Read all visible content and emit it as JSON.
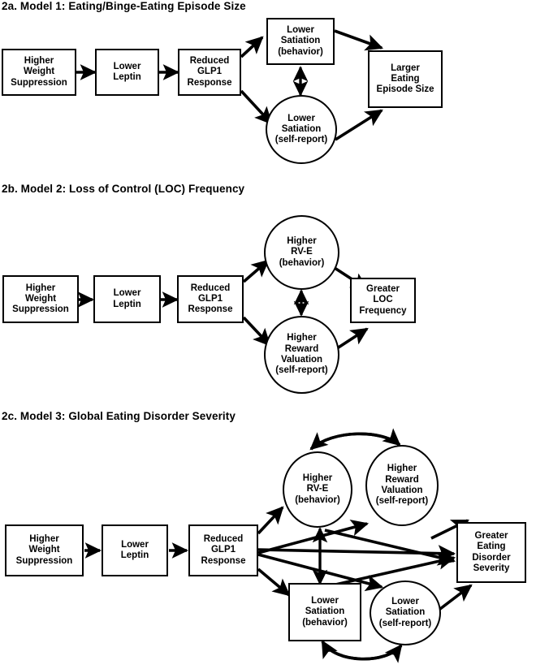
{
  "figure": {
    "panels": [
      {
        "id": "2a",
        "title": "2a. Model 1: Eating/Binge-Eating Episode Size",
        "nodes": [
          {
            "key": "wsup",
            "label": "Higher\nWeight\nSuppression",
            "shape": "rect"
          },
          {
            "key": "leptin",
            "label": "Lower\nLeptin",
            "shape": "rect"
          },
          {
            "key": "glp1",
            "label": "Reduced\nGLP1\nResponse",
            "shape": "rect"
          },
          {
            "key": "satb",
            "label": "Lower\nSatiation\n(behavior)",
            "shape": "rect"
          },
          {
            "key": "sats",
            "label": "Lower\nSatiation\n(self-report)",
            "shape": "circle"
          },
          {
            "key": "out",
            "label": "Larger\nEating\nEpisode Size",
            "shape": "rect"
          }
        ],
        "edges": [
          {
            "from": "wsup",
            "to": "leptin",
            "type": "arrow"
          },
          {
            "from": "leptin",
            "to": "glp1",
            "type": "arrow"
          },
          {
            "from": "glp1",
            "to": "satb",
            "type": "arrow"
          },
          {
            "from": "glp1",
            "to": "sats",
            "type": "arrow"
          },
          {
            "from": "satb",
            "to": "out",
            "type": "arrow"
          },
          {
            "from": "sats",
            "to": "out",
            "type": "arrow"
          },
          {
            "from": "satb",
            "to": "sats",
            "type": "double-arrow"
          }
        ]
      },
      {
        "id": "2b",
        "title": "2b. Model 2: Loss of Control (LOC) Frequency",
        "nodes": [
          {
            "key": "wsup",
            "label": "Higher\nWeight\nSuppression",
            "shape": "rect"
          },
          {
            "key": "leptin",
            "label": "Lower\nLeptin",
            "shape": "rect"
          },
          {
            "key": "glp1",
            "label": "Reduced\nGLP1\nResponse",
            "shape": "rect"
          },
          {
            "key": "rve",
            "label": "Higher\nRV-E\n(behavior)",
            "shape": "circle"
          },
          {
            "key": "rv",
            "label": "Higher\nReward\nValuation\n(self-report)",
            "shape": "circle"
          },
          {
            "key": "out",
            "label": "Greater\nLOC\nFrequency",
            "shape": "rect"
          }
        ],
        "edges": [
          {
            "from": "wsup",
            "to": "leptin",
            "type": "arrow"
          },
          {
            "from": "leptin",
            "to": "glp1",
            "type": "arrow"
          },
          {
            "from": "glp1",
            "to": "rve",
            "type": "arrow"
          },
          {
            "from": "glp1",
            "to": "rv",
            "type": "arrow"
          },
          {
            "from": "rve",
            "to": "out",
            "type": "arrow"
          },
          {
            "from": "rv",
            "to": "out",
            "type": "arrow"
          },
          {
            "from": "rve",
            "to": "rv",
            "type": "double-arrow"
          }
        ]
      },
      {
        "id": "2c",
        "title": "2c. Model 3: Global Eating Disorder Severity",
        "nodes": [
          {
            "key": "wsup",
            "label": "Higher\nWeight\nSuppression",
            "shape": "rect"
          },
          {
            "key": "leptin",
            "label": "Lower\nLeptin",
            "shape": "rect"
          },
          {
            "key": "glp1",
            "label": "Reduced\nGLP1\nResponse",
            "shape": "rect"
          },
          {
            "key": "rve",
            "label": "Higher\nRV-E\n(behavior)",
            "shape": "circle"
          },
          {
            "key": "rv",
            "label": "Higher\nReward\nValuation\n(self-report)",
            "shape": "circle"
          },
          {
            "key": "satb",
            "label": "Lower\nSatiation\n(behavior)",
            "shape": "rect"
          },
          {
            "key": "sats",
            "label": "Lower\nSatiation\n(self-report)",
            "shape": "circle"
          },
          {
            "key": "out",
            "label": "Greater\nEating\nDisorder\nSeverity",
            "shape": "rect"
          }
        ],
        "edges": [
          {
            "from": "wsup",
            "to": "leptin",
            "type": "arrow"
          },
          {
            "from": "leptin",
            "to": "glp1",
            "type": "arrow"
          },
          {
            "from": "glp1",
            "to": "rve",
            "type": "arrow"
          },
          {
            "from": "glp1",
            "to": "rv",
            "type": "arrow"
          },
          {
            "from": "glp1",
            "to": "satb",
            "type": "arrow"
          },
          {
            "from": "glp1",
            "to": "sats",
            "type": "arrow"
          },
          {
            "from": "glp1",
            "to": "out",
            "type": "arrow"
          },
          {
            "from": "rve",
            "to": "out",
            "type": "arrow"
          },
          {
            "from": "rv",
            "to": "out",
            "type": "arrow"
          },
          {
            "from": "satb",
            "to": "out",
            "type": "arrow"
          },
          {
            "from": "sats",
            "to": "out",
            "type": "arrow"
          },
          {
            "from": "rve",
            "to": "rv",
            "type": "double-arrow-curved"
          },
          {
            "from": "satb",
            "to": "sats",
            "type": "double-arrow-curved"
          },
          {
            "from": "rve",
            "to": "satb",
            "type": "double-arrow"
          }
        ]
      }
    ]
  },
  "style": {
    "line_color": "#000000",
    "node_fill": "#ffffff",
    "background": "#ffffff"
  }
}
